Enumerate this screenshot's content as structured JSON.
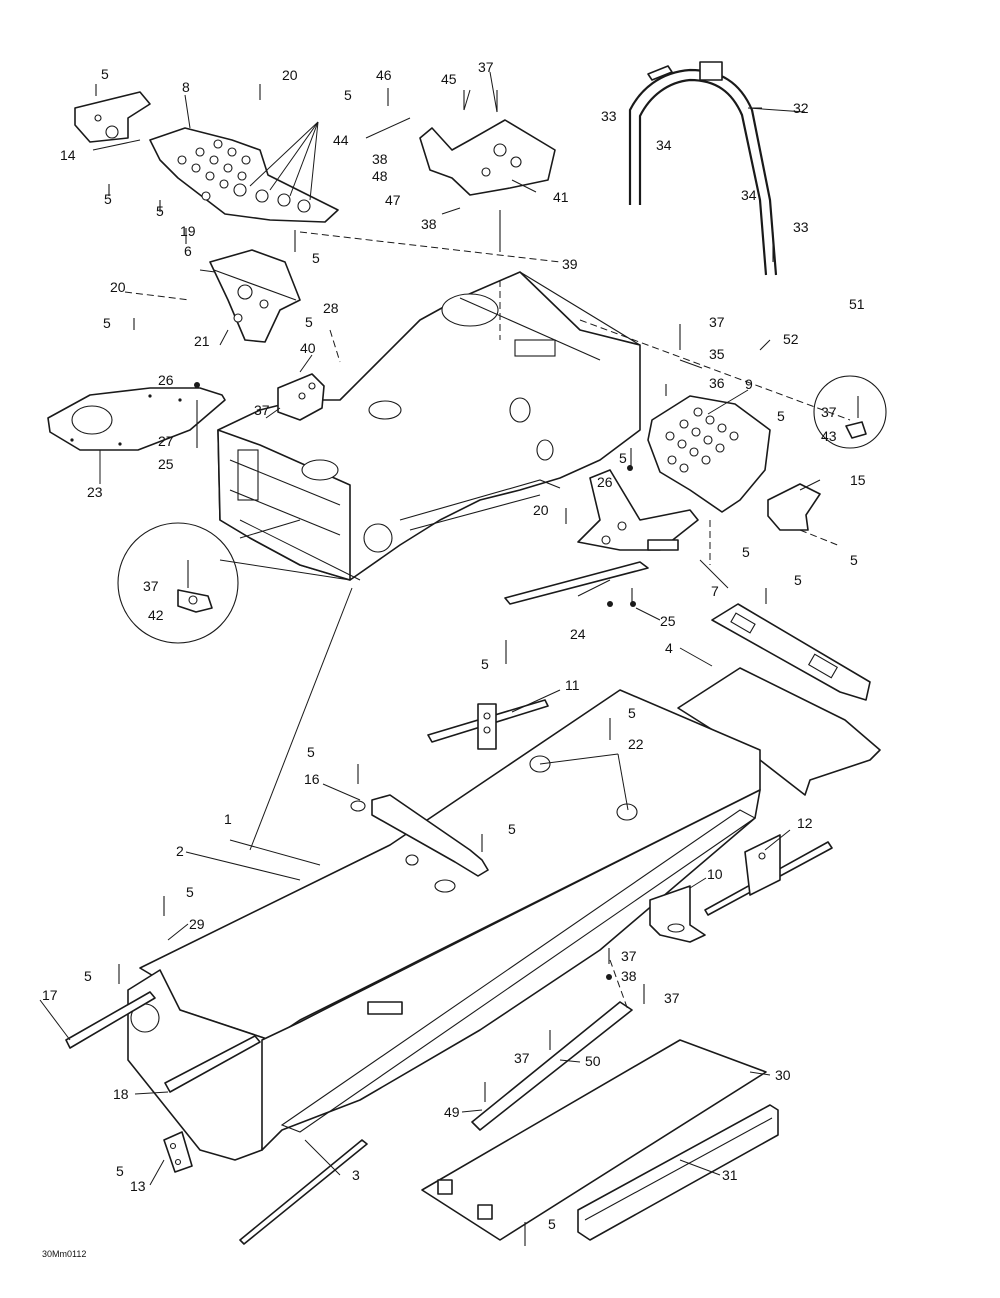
{
  "figure_code": "30Mm0112",
  "callouts": [
    {
      "id": "c5a",
      "text": "5"
    },
    {
      "id": "c8",
      "text": "8"
    },
    {
      "id": "c20a",
      "text": "20"
    },
    {
      "id": "c5b",
      "text": "5"
    },
    {
      "id": "c46",
      "text": "46"
    },
    {
      "id": "c45",
      "text": "45"
    },
    {
      "id": "c37a",
      "text": "37"
    },
    {
      "id": "c32",
      "text": "32"
    },
    {
      "id": "c14",
      "text": "14"
    },
    {
      "id": "c44",
      "text": "44"
    },
    {
      "id": "c38a",
      "text": "38"
    },
    {
      "id": "c48",
      "text": "48"
    },
    {
      "id": "c33a",
      "text": "33"
    },
    {
      "id": "c34a",
      "text": "34"
    },
    {
      "id": "c5c",
      "text": "5"
    },
    {
      "id": "c5d",
      "text": "5"
    },
    {
      "id": "c47",
      "text": "47"
    },
    {
      "id": "c41",
      "text": "41"
    },
    {
      "id": "c38b",
      "text": "38"
    },
    {
      "id": "c34b",
      "text": "34"
    },
    {
      "id": "c33b",
      "text": "33"
    },
    {
      "id": "c19",
      "text": "19"
    },
    {
      "id": "c5e",
      "text": "5"
    },
    {
      "id": "c6",
      "text": "6"
    },
    {
      "id": "c39",
      "text": "39"
    },
    {
      "id": "c20b",
      "text": "20"
    },
    {
      "id": "c28",
      "text": "28"
    },
    {
      "id": "c51",
      "text": "51"
    },
    {
      "id": "c5f",
      "text": "5"
    },
    {
      "id": "c5g",
      "text": "5"
    },
    {
      "id": "c21",
      "text": "21"
    },
    {
      "id": "c37b",
      "text": "37"
    },
    {
      "id": "c52",
      "text": "52"
    },
    {
      "id": "c40",
      "text": "40"
    },
    {
      "id": "c35",
      "text": "35"
    },
    {
      "id": "c26a",
      "text": "26"
    },
    {
      "id": "c36",
      "text": "36"
    },
    {
      "id": "c9",
      "text": "9"
    },
    {
      "id": "c37c",
      "text": "37"
    },
    {
      "id": "c5h",
      "text": "5"
    },
    {
      "id": "c37d",
      "text": "37"
    },
    {
      "id": "c43",
      "text": "43"
    },
    {
      "id": "c27",
      "text": "27"
    },
    {
      "id": "c25a",
      "text": "25"
    },
    {
      "id": "c5i",
      "text": "5"
    },
    {
      "id": "c15",
      "text": "15"
    },
    {
      "id": "c23",
      "text": "23"
    },
    {
      "id": "c26b",
      "text": "26"
    },
    {
      "id": "c20c",
      "text": "20"
    },
    {
      "id": "c5j",
      "text": "5"
    },
    {
      "id": "c5k",
      "text": "5"
    },
    {
      "id": "c37e",
      "text": "37"
    },
    {
      "id": "c7",
      "text": "7"
    },
    {
      "id": "c42",
      "text": "42"
    },
    {
      "id": "c5l",
      "text": "5"
    },
    {
      "id": "c25b",
      "text": "25"
    },
    {
      "id": "c24",
      "text": "24"
    },
    {
      "id": "c4",
      "text": "4"
    },
    {
      "id": "c5m",
      "text": "5"
    },
    {
      "id": "c11",
      "text": "11"
    },
    {
      "id": "c5n",
      "text": "5"
    },
    {
      "id": "c22",
      "text": "22"
    },
    {
      "id": "c5o",
      "text": "5"
    },
    {
      "id": "c16",
      "text": "16"
    },
    {
      "id": "c1",
      "text": "1"
    },
    {
      "id": "c5p",
      "text": "5"
    },
    {
      "id": "c12",
      "text": "12"
    },
    {
      "id": "c2",
      "text": "2"
    },
    {
      "id": "c10",
      "text": "10"
    },
    {
      "id": "c5q",
      "text": "5"
    },
    {
      "id": "c29",
      "text": "29"
    },
    {
      "id": "c37f",
      "text": "37"
    },
    {
      "id": "c38c",
      "text": "38"
    },
    {
      "id": "c5r",
      "text": "5"
    },
    {
      "id": "c37g",
      "text": "37"
    },
    {
      "id": "c17",
      "text": "17"
    },
    {
      "id": "c37h",
      "text": "37"
    },
    {
      "id": "c50",
      "text": "50"
    },
    {
      "id": "c30",
      "text": "30"
    },
    {
      "id": "c18",
      "text": "18"
    },
    {
      "id": "c49",
      "text": "49"
    },
    {
      "id": "c5s",
      "text": "5"
    },
    {
      "id": "c3",
      "text": "3"
    },
    {
      "id": "c31",
      "text": "31"
    },
    {
      "id": "c13",
      "text": "13"
    },
    {
      "id": "c5t",
      "text": "5"
    }
  ]
}
